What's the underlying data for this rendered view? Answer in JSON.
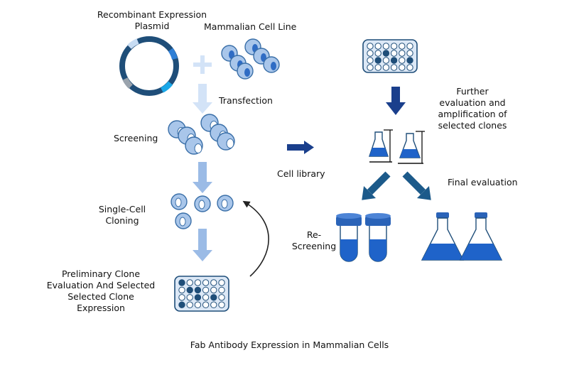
{
  "labels": {
    "plasmid_line1": "Recombinant Expression",
    "plasmid_line2": "Plasmid",
    "cell_line": "Mammalian Cell Line",
    "transfection": "Transfection",
    "screening": "Screening",
    "single_cell_line1": "Single-Cell",
    "single_cell_line2": "Cloning",
    "preliminary_line1": "Preliminary Clone",
    "preliminary_line2": "Evaluation And Selected",
    "preliminary_line3": "Selected Clone",
    "preliminary_line4": "Expression",
    "cell_library": "Cell library",
    "further_line1": "Further",
    "further_line2": "evaluation and",
    "further_line3": "amplification of",
    "further_line4": "selected clones",
    "final_evaluation": "Final evaluation",
    "rescreening_line1": "Re-",
    "rescreening_line2": "Screening"
  },
  "caption": "Fab Antibody Expression in Mammalian Cells",
  "icons": {
    "plasmid": "plasmid-ring-icon",
    "plus": "plus-icon",
    "cells": "cell-icon",
    "plate": "well-plate-icon",
    "flask": "flask-icon",
    "tube": "test-tube-icon",
    "arrow": "arrow-icon"
  },
  "colors": {
    "dark_blue": "#1f4e79",
    "navy": "#1a3f8c",
    "medium_blue": "#2f6cc4",
    "cell_fill": "#a9c6ea",
    "cell_outline": "#3a6fa8",
    "light_arrow": "#d3e3f7",
    "pale_arrow": "#9bbbe6",
    "plate_fill": "#dce8f6",
    "liquid": "#1f63c9",
    "teal_arrow": "#1c5a8a"
  }
}
